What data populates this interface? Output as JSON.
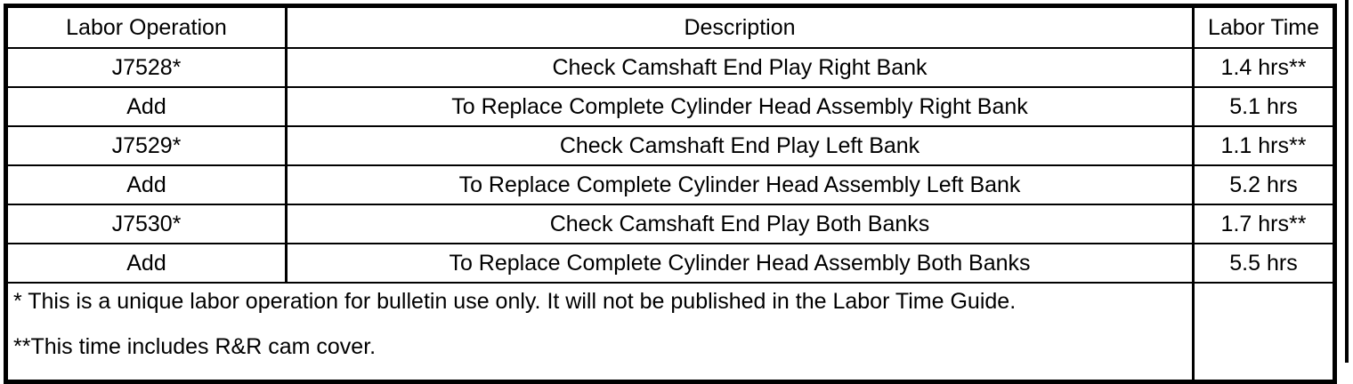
{
  "table": {
    "columns": [
      {
        "key": "labor_operation",
        "label": "Labor Operation"
      },
      {
        "key": "description",
        "label": "Description"
      },
      {
        "key": "labor_time",
        "label": "Labor Time"
      }
    ],
    "rows": [
      {
        "labor_operation": "J7528*",
        "description": "Check Camshaft End Play Right Bank",
        "labor_time": "1.4 hrs**"
      },
      {
        "labor_operation": "Add",
        "description": "To Replace Complete Cylinder Head Assembly Right Bank",
        "labor_time": "5.1 hrs"
      },
      {
        "labor_operation": "J7529*",
        "description": "Check Camshaft End Play Left Bank",
        "labor_time": "1.1 hrs**"
      },
      {
        "labor_operation": "Add",
        "description": "To Replace Complete Cylinder Head Assembly Left Bank",
        "labor_time": "5.2 hrs"
      },
      {
        "labor_operation": "J7530*",
        "description": "Check Camshaft End Play Both Banks",
        "labor_time": "1.7 hrs**"
      },
      {
        "labor_operation": "Add",
        "description": "To Replace Complete Cylinder Head Assembly Both Banks",
        "labor_time": "5.5 hrs"
      }
    ],
    "footnotes": {
      "line1": "* This is a unique labor operation for bulletin use only. It will not be published in the Labor Time Guide.",
      "line2": "**This time includes R&R cam cover.",
      "labor_time": ""
    }
  },
  "colors": {
    "border": "#000000",
    "text": "#000000",
    "background": "#ffffff"
  }
}
